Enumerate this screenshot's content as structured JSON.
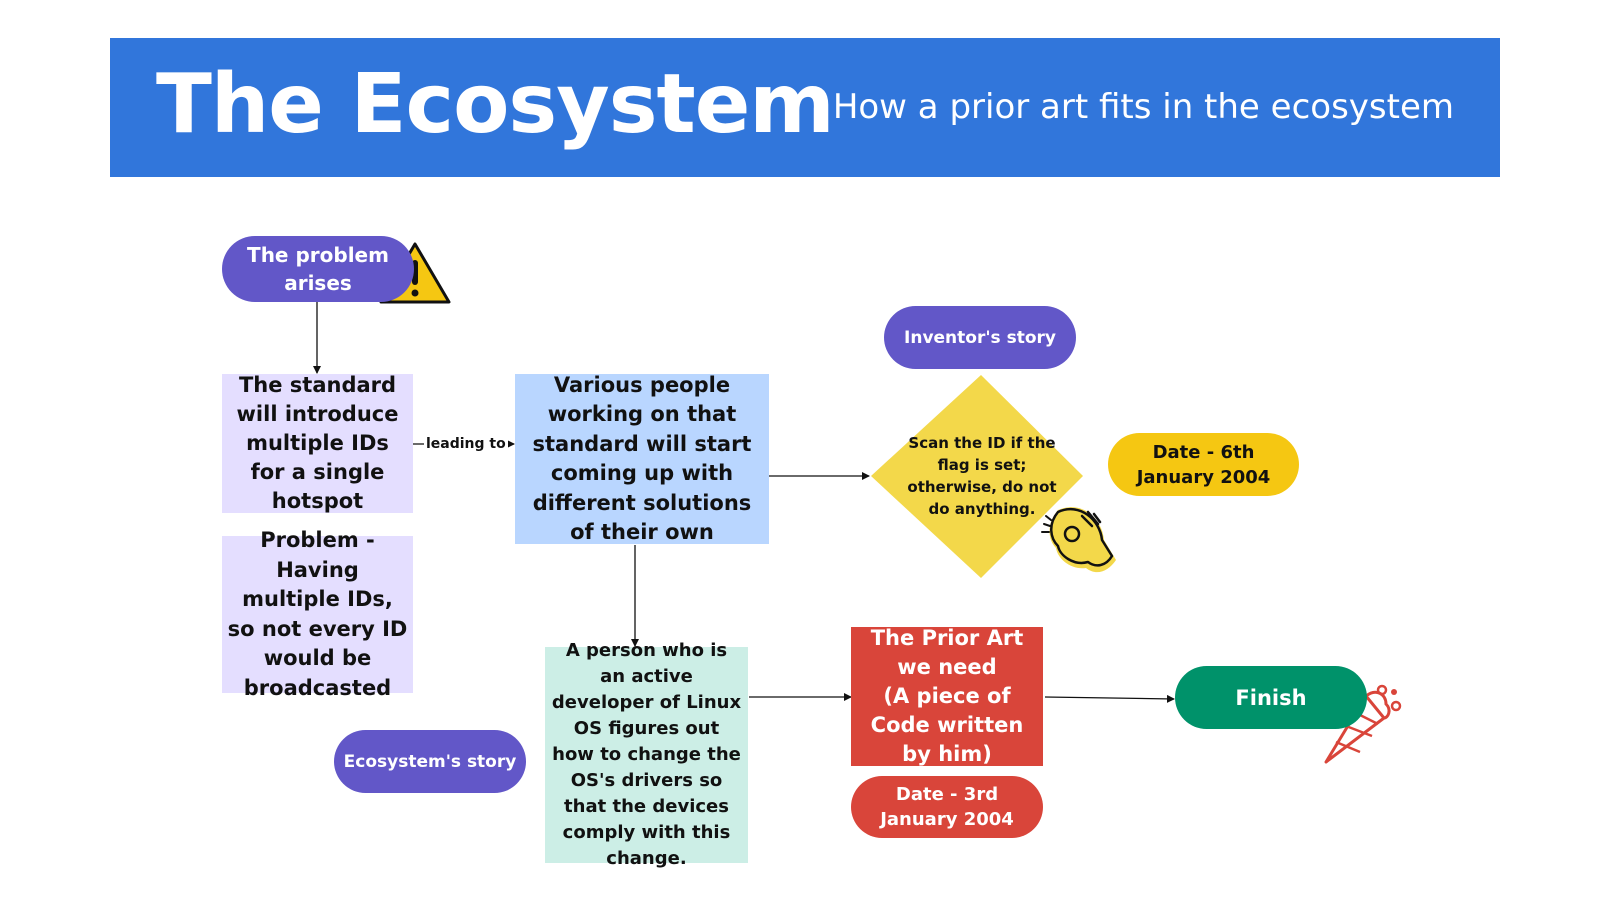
{
  "header": {
    "title": "The Ecosystem",
    "subtitle": "How a prior art fits in the ecosystem"
  },
  "nodes": {
    "problem_arises": "The problem arises",
    "standard_ids": "The standard will introduce multiple IDs for a single hotspot",
    "problem_having": "Problem - Having multiple IDs, so not every ID would be broadcasted",
    "various_people": "Various people working on that standard will start coming up with different solutions of their own",
    "inventors_story": "Inventor's story",
    "scan_id": "Scan the ID if the flag is set; otherwise, do not do anything.",
    "date_inventor": "Date - 6th January 2004",
    "linux_dev": "A person who is an active developer of Linux OS figures out how to change the OS's drivers so that the devices comply with this change.",
    "prior_art": "The Prior Art we need\n(A piece of Code written by him)",
    "date_prior_art": "Date - 3rd January 2004",
    "finish": "Finish",
    "ecosystems_story": "Ecosystem's story"
  },
  "edges": {
    "leading_to": "leading to"
  },
  "icons": [
    "warning-icon",
    "ok-hand-icon",
    "party-popper-icon"
  ],
  "colors": {
    "header": "#3176db",
    "purple": "#6257c8",
    "lavender": "#e4deff",
    "light_blue": "#b9d6ff",
    "mint": "#cceee6",
    "yellow": "#f3d84a",
    "gold": "#f5c712",
    "red": "#d9453a",
    "green": "#00926a"
  }
}
